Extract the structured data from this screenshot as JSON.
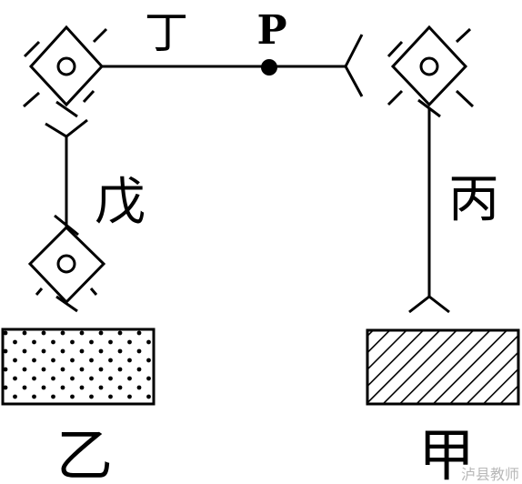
{
  "labels": {
    "top": "丁",
    "point": "P",
    "left_mid": "戊",
    "right_mid": "丙",
    "bottom_left": "乙",
    "bottom_right": "甲"
  },
  "watermark": "泸县教师",
  "colors": {
    "ink": "#000000",
    "background": "#ffffff",
    "watermark": "#b8b8b8"
  }
}
